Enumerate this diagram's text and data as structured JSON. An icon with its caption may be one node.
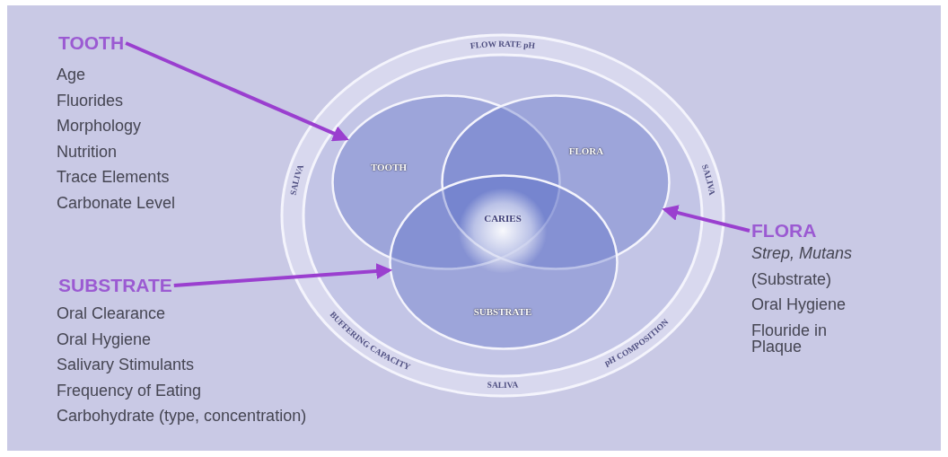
{
  "diagram": {
    "nodes": [
      {
        "text": [],
        "shape": "circle"
      },
      {
        "text": [
          "TOOTH"
        ],
        "in": 0
      },
      {
        "text": [
          "FLORA"
        ],
        "in": 0
      },
      {
        "text": [
          "SUBSTRATE"
        ],
        "in": 0
      },
      {
        "text": [
          "CARIES"
        ]
      },
      {
        "text": [
          "TOOTH"
        ],
        "beside": [
          "Age",
          "Fluorides",
          "Morphology",
          "Nutrition",
          "Trace Elements",
          "Carbonate Level"
        ]
      },
      {
        "text": [
          "SUBSTRATE"
        ],
        "beside": [
          "Oral Clearance",
          "Oral Hygiene",
          "Salivary Stimulants",
          "Frequency of Eating",
          "Carbohydrate (type, concentration)"
        ]
      },
      {
        "text": [
          "FLORA"
        ],
        "beside": [
          "Strep, Mutans",
          "(Substrate)",
          "Oral Hygiene",
          "Flouride in Plaque"
        ]
      }
    ],
    "edges": [
      {
        "from": 5,
        "to": 1,
        "arrow": "to"
      },
      {
        "from": 7,
        "to": 2,
        "arrow": "to"
      },
      {
        "from": 6,
        "to": 3,
        "arrow": "to"
      }
    ],
    "labels": [
      "FLOW RATE pH",
      "SALIVA",
      "SALIVA",
      "BUFFERING CAPACITY",
      "pH COMPOSITION",
      "SALIVA"
    ]
  }
}
